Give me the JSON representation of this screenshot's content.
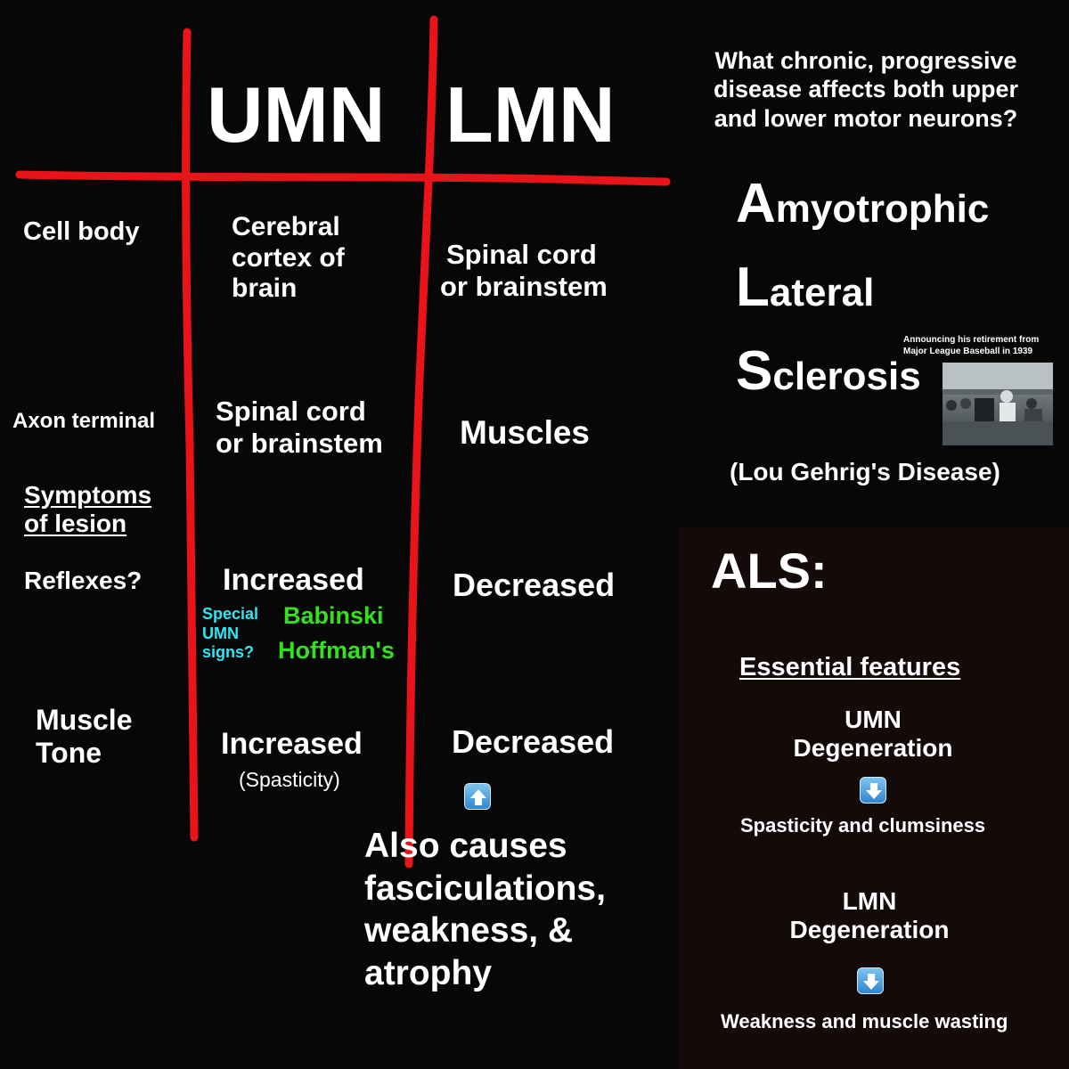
{
  "headers": {
    "umn": "UMN",
    "lmn": "LMN"
  },
  "rows": {
    "cell_body": {
      "label": "Cell body",
      "umn": [
        "Cerebral",
        "cortex of",
        "brain"
      ],
      "lmn": [
        "Spinal cord",
        "or brainstem"
      ]
    },
    "axon_terminal": {
      "label": "Axon terminal",
      "umn": [
        "Spinal cord",
        "or brainstem"
      ],
      "lmn": "Muscles"
    },
    "symptoms": {
      "label": [
        "Symptoms",
        "of lesion"
      ]
    },
    "reflexes": {
      "label": "Reflexes?",
      "umn": "Increased",
      "lmn": "Decreased",
      "special_question": [
        "Special",
        "UMN",
        "signs?"
      ],
      "special_signs": [
        "Babinski",
        "Hoffman's"
      ]
    },
    "muscle_tone": {
      "label": [
        "Muscle",
        "Tone"
      ],
      "umn": "Increased",
      "umn_note": "(Spasticity)",
      "lmn": "Decreased"
    }
  },
  "also_causes": [
    "Also causes",
    "fasciculations,",
    "weakness, &",
    "atrophy"
  ],
  "question": [
    "What chronic, progressive",
    "disease affects both upper",
    "and lower motor neurons?"
  ],
  "acronym": [
    {
      "letter": "A",
      "rest": "myotrophic"
    },
    {
      "letter": "L",
      "rest": "ateral"
    },
    {
      "letter": "S",
      "rest": "clerosis"
    }
  ],
  "photo_caption": [
    "Announcing his retirement from",
    "Major League Baseball in 1939"
  ],
  "nickname": "(Lou Gehrig's Disease)",
  "als": {
    "title": "ALS:",
    "essential_title": "Essential features",
    "umn_deg": [
      "UMN",
      "Degeneration"
    ],
    "umn_effect": "Spasticity and clumsiness",
    "lmn_deg": [
      "LMN",
      "Degeneration"
    ],
    "lmn_effect": "Weakness and muscle wasting"
  },
  "icons": {
    "up": "up-arrow-icon",
    "down": "down-arrow-icon"
  },
  "colors": {
    "background": "#070707",
    "grid_lines": "#e8141a",
    "signs_question": "#30e6f5",
    "signs": "#33e11e",
    "text": "#ffffff"
  }
}
